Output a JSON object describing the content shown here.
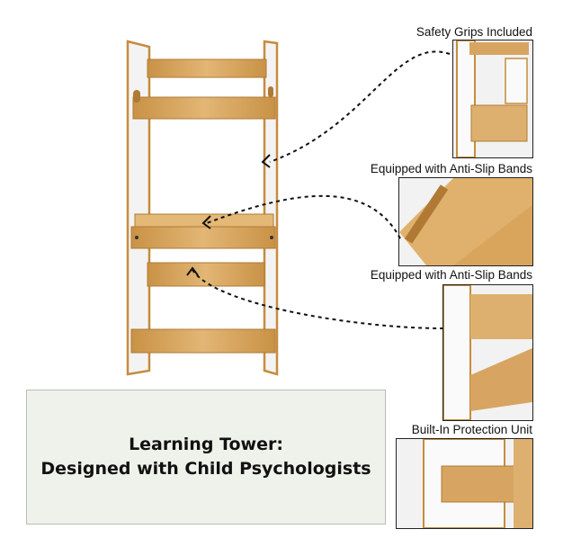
{
  "callouts": [
    {
      "label": "Safety Grips Included"
    },
    {
      "label": "Equipped with Anti-Slip Bands"
    },
    {
      "label": "Equipped with Anti-Slip Bands"
    },
    {
      "label": "Built-In Protection Unit"
    }
  ],
  "caption": {
    "line1": "Learning Tower:",
    "line2": "Designed with Child Psychologists"
  },
  "colors": {
    "wood": "#d9a864",
    "wood_dark": "#b98540",
    "panel_white": "#f2f2f2",
    "caption_bg": "#eef2ea"
  }
}
